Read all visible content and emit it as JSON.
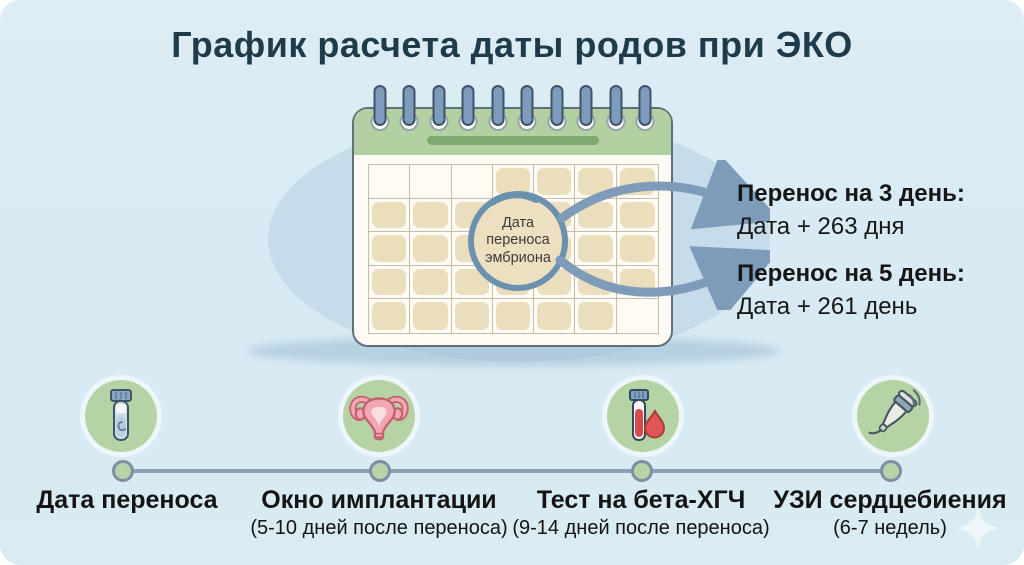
{
  "title": "График расчета даты родов при ЭКО",
  "calendar": {
    "circle_lines": [
      "Дата",
      "переноса",
      "эмбриона"
    ],
    "grid": {
      "cols": 7,
      "rows": 5,
      "empty_cells": [
        0,
        1,
        2,
        34
      ],
      "ring_count": 10
    }
  },
  "annotations": [
    {
      "heading": "Перенос на 3 день:",
      "value": "Дата + 263 дня"
    },
    {
      "heading": "Перенос на 5 день:",
      "value": "Дата + 261 день"
    }
  ],
  "timeline": {
    "steps": [
      {
        "icon": "embryo-test-tube-icon",
        "label": "Дата переноса",
        "sublabel": ""
      },
      {
        "icon": "uterus-icon",
        "label": "Окно имплантации",
        "sublabel": "(5-10 дней после переноса)"
      },
      {
        "icon": "blood-test-icon",
        "label": "Тест на бета-ХГЧ",
        "sublabel": "(9-14 дней после переноса)"
      },
      {
        "icon": "ultrasound-probe-icon",
        "label": "УЗИ сердцебиения",
        "sublabel": "(6-7 недель)"
      }
    ]
  },
  "colors": {
    "background": "#d9ebf3",
    "accent_green": "#b6d3a5",
    "header_green": "#b2d0a2",
    "bar_green": "#7fa96e",
    "ring_blue": "#7d9bbc",
    "arrow_blue": "#7e9cba",
    "cell_beige": "#ebdebd",
    "blood_red": "#d64c4c",
    "uterus_pink": "#f2a8b2",
    "title_color": "#1d3b4a"
  }
}
